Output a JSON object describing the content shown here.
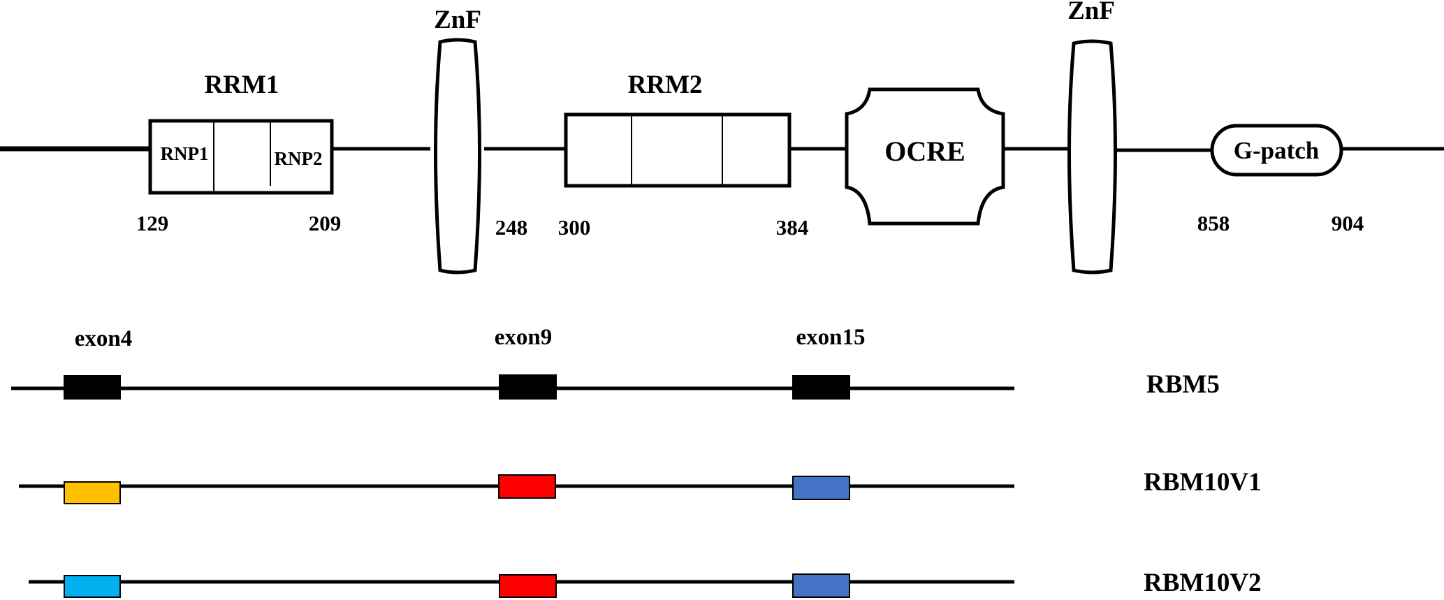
{
  "domains": {
    "rrm1": {
      "label": "RRM1",
      "rnp1": "RNP1",
      "rnp2": "RNP2",
      "start": "129",
      "end": "209"
    },
    "znf1": {
      "label": "ZnF",
      "end": "248"
    },
    "rrm2": {
      "label": "RRM2",
      "start": "300",
      "end": "384"
    },
    "ocre": {
      "label": "OCRE"
    },
    "znf2": {
      "label": "ZnF"
    },
    "gpatch": {
      "label": "G-patch",
      "start": "858",
      "end": "904"
    }
  },
  "exons": {
    "labels": [
      "exon4",
      "exon9",
      "exon15"
    ]
  },
  "tracks": [
    {
      "name": "RBM5",
      "colors": [
        "#000000",
        "#000000",
        "#000000"
      ]
    },
    {
      "name": "RBM10V1",
      "colors": [
        "#FFC000",
        "#FF0000",
        "#4472C4"
      ]
    },
    {
      "name": "RBM10V2",
      "colors": [
        "#00B0F0",
        "#FF0000",
        "#4472C4"
      ]
    }
  ]
}
